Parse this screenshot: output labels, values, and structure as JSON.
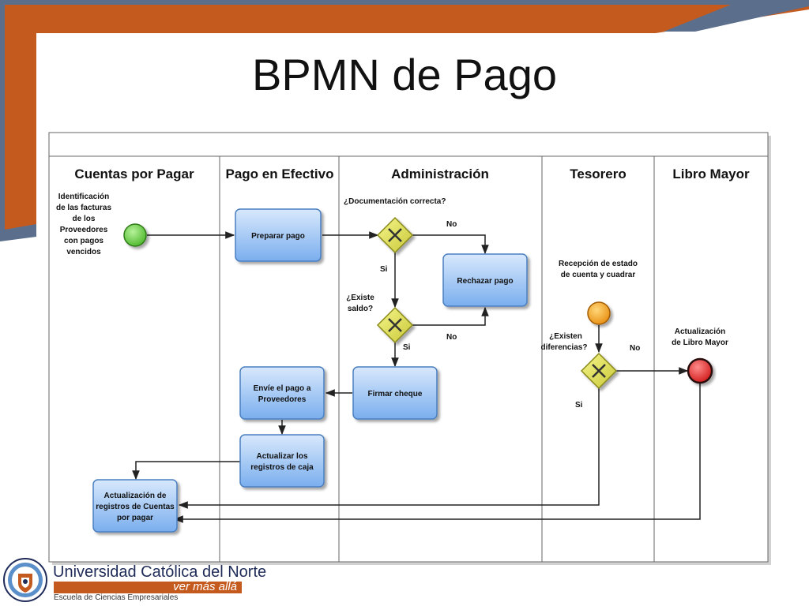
{
  "title": "BPMN de Pago",
  "colors": {
    "orange": "#c55a1f",
    "slate": "#5b6e8c",
    "task_fill_top": "#cfe2fb",
    "task_fill_bottom": "#7fb2ee",
    "task_stroke": "#4a7fc0",
    "gateway_fill": "#e2e25a",
    "start_fill": "#6fd048",
    "intermediate_fill": "#f4a51c",
    "end_fill": "#e8262c"
  },
  "lanes": [
    {
      "label": "Cuentas por Pagar"
    },
    {
      "label": "Pago en Efectivo"
    },
    {
      "label": "Administración"
    },
    {
      "label": "Tesorero"
    },
    {
      "label": "Libro Mayor"
    }
  ],
  "tasks": {
    "preparar": [
      "Preparar pago"
    ],
    "rechazar": [
      "Rechazar pago"
    ],
    "firmar": [
      "Firmar cheque"
    ],
    "envie": [
      "Envíe el pago a",
      "Proveedores"
    ],
    "actualizar_caja": [
      "Actualizar los",
      "registros de caja"
    ],
    "actualizacion_cuentas": [
      "Actualización de",
      "registros de Cuentas",
      "por pagar"
    ]
  },
  "annotations": {
    "start_event": [
      "Identificación",
      "de las facturas",
      "de los",
      "Proveedores",
      "con pagos",
      "vencidos"
    ],
    "doc_correcta": "¿Documentación correcta?",
    "existe_saldo": [
      "¿Existe",
      "saldo?"
    ],
    "recepcion": [
      "Recepción de estado",
      "de cuenta y cuadrar"
    ],
    "existen_diferencias": [
      "¿Existen",
      "diferencias?"
    ],
    "libro_mayor": [
      "Actualización",
      "de Libro Mayor"
    ],
    "no_1": "No",
    "si_1": "Si",
    "no_2": "No",
    "si_2": "Si",
    "no_3": "No",
    "si_3": "Si"
  },
  "footer": {
    "university": "Universidad Católica del Norte",
    "tagline": "ver más allá",
    "school": "Escuela de Ciencias Empresariales"
  }
}
